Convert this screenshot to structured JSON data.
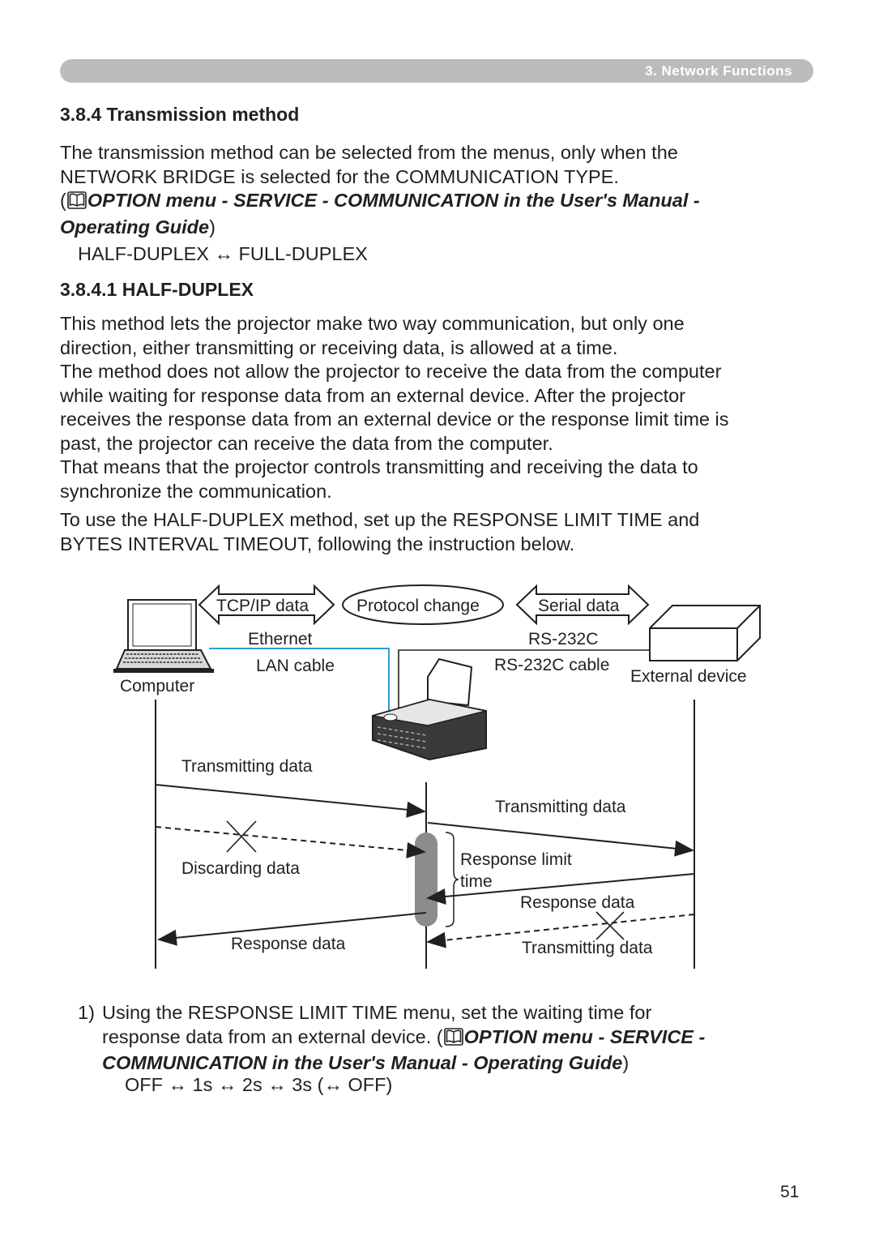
{
  "header": {
    "section_label": "3. Network Functions"
  },
  "section": {
    "title": "3.8.4 Transmission method",
    "intro_line1": "The transmission method can be selected from the menus, only when the",
    "intro_line2": "NETWORK BRIDGE is selected for the COMMUNICATION TYPE.",
    "ref_open": "(",
    "ref_line1": "OPTION menu - SERVICE  - COMMUNICATION in the User's Manual -",
    "ref_line2": "Operating Guide",
    "ref_close": ")",
    "sequence": "HALF-DUPLEX ↔ FULL-DUPLEX"
  },
  "subsection": {
    "title": "3.8.4.1 HALF-DUPLEX",
    "para1": [
      "This method lets the projector make two way communication, but only one",
      "direction, either transmitting or receiving data, is allowed at a time."
    ],
    "para2": [
      "The method does not allow the projector to receive the data from the computer",
      "while waiting for response data from an external device. After the projector",
      "receives the response data from an external device or the response limit time is",
      "past, the projector can receive the data from the computer."
    ],
    "para3": [
      "That means that the projector controls transmitting and receiving the data to",
      "synchronize the communication."
    ],
    "para4": [
      "To use the HALF-DUPLEX method, set up the RESPONSE LIMIT TIME and",
      "BYTES INTERVAL TIMEOUT, following the instruction below."
    ]
  },
  "diagram": {
    "tcpip": "TCP/IP data",
    "protocol": "Protocol change",
    "serial": "Serial data",
    "ethernet": "Ethernet",
    "lan": "LAN cable",
    "rs232c": "RS-232C",
    "rs232c_cable": "RS-232C cable",
    "computer": "Computer",
    "external": "External device",
    "transmitting_left": "Transmitting data",
    "transmitting_right": "Transmitting data",
    "discarding": "Discarding data",
    "response_limit_1": "Response limit",
    "response_limit_2": "time",
    "response_right": "Response data",
    "response_left": "Response data",
    "transmitting_bottom": "Transmitting data"
  },
  "steps": [
    {
      "num": "1)",
      "line1": "Using the RESPONSE LIMIT TIME menu, set the waiting time for",
      "line2_plain": "response data from an external device. (",
      "line2_ref": "OPTION menu - SERVICE  -",
      "line3_ref_a": "COMMUNICATION in the User's Manual - ",
      "line3_ref_b": "Operating Guide",
      "line3_close": ")",
      "sequence": "OFF ↔ 1s ↔ 2s ↔ 3s (↔ OFF)"
    }
  ],
  "page_number": "51"
}
